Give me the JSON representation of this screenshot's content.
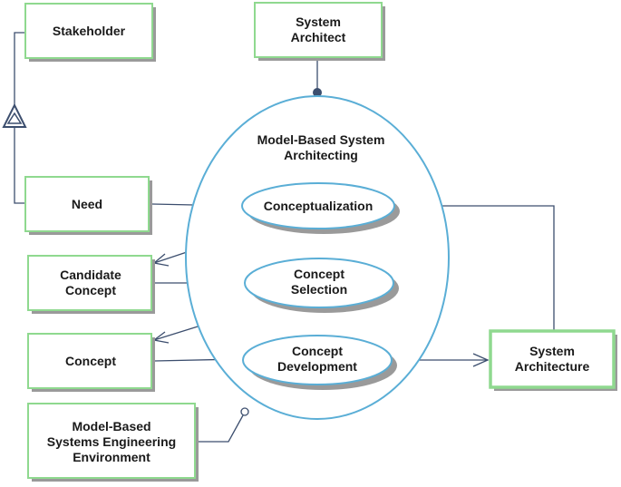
{
  "objects": {
    "stakeholder": "Stakeholder",
    "system_architect_1": "System",
    "system_architect_2": "Architect",
    "need": "Need",
    "candidate_concept_1": "Candidate",
    "candidate_concept_2": "Concept",
    "concept": "Concept",
    "mbse_env_1": "Model-Based",
    "mbse_env_2": "Systems Engineering",
    "mbse_env_3": "Environment",
    "system_architecture_1": "System",
    "system_architecture_2": "Architecture"
  },
  "processes": {
    "main_1": "Model-Based System",
    "main_2": "Architecting",
    "conceptualization": "Conceptualization",
    "concept_selection_1": "Concept",
    "concept_selection_2": "Selection",
    "concept_development_1": "Concept",
    "concept_development_2": "Development"
  },
  "colors": {
    "object_border": "#8fd98f",
    "process_border": "#5aaed6",
    "link": "#3c4e6e",
    "shadow": "#9a9a9a"
  }
}
